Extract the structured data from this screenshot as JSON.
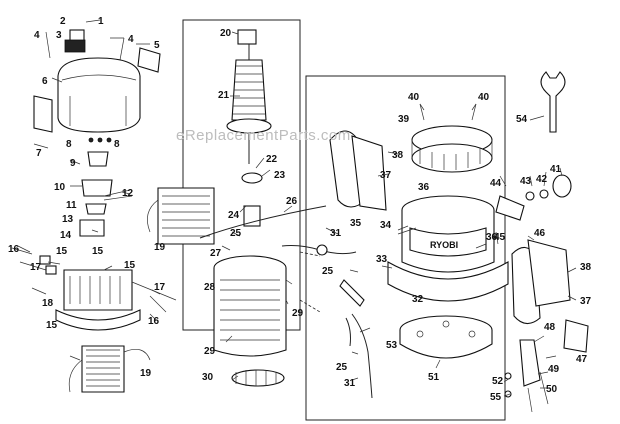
{
  "watermark": "eReplacementParts.com",
  "brand_text": "RYOBI",
  "part_labels": [
    "1",
    "2",
    "3",
    "4",
    "4",
    "5",
    "6",
    "7",
    "8",
    "8",
    "9",
    "10",
    "11",
    "12",
    "13",
    "14",
    "15",
    "15",
    "15",
    "15",
    "16",
    "16",
    "17",
    "17",
    "18",
    "19",
    "19",
    "20",
    "21",
    "22",
    "23",
    "24",
    "25",
    "25",
    "25",
    "26",
    "27",
    "28",
    "29",
    "29",
    "30",
    "31",
    "31",
    "32",
    "33",
    "34",
    "35",
    "36",
    "36",
    "37",
    "37",
    "38",
    "38",
    "39",
    "40",
    "40",
    "41",
    "42",
    "43",
    "44",
    "45",
    "46",
    "47",
    "48",
    "49",
    "50",
    "51",
    "52",
    "53",
    "54",
    "55"
  ]
}
